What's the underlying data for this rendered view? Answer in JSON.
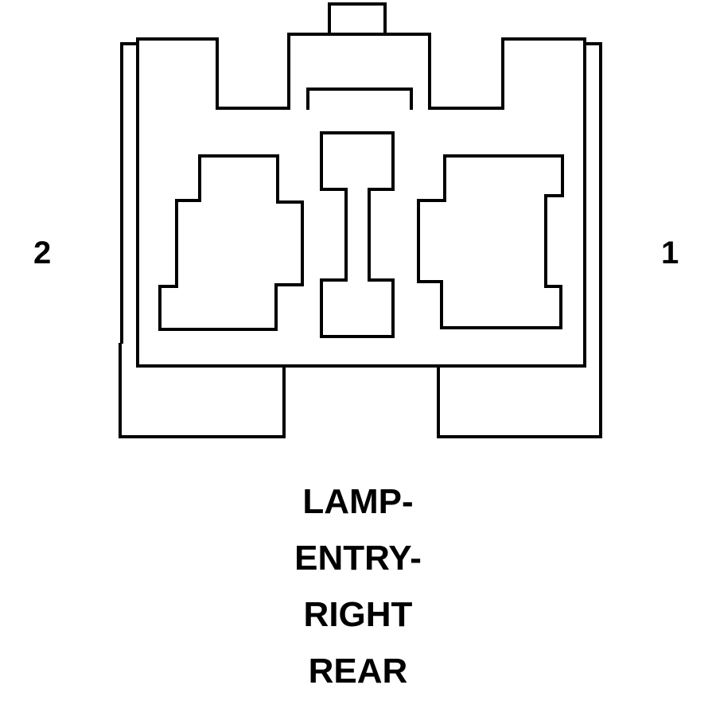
{
  "pin_labels": {
    "left": "2",
    "right": "1"
  },
  "connector_name": {
    "lines": [
      "LAMP-",
      "ENTRY-",
      "RIGHT",
      "REAR"
    ]
  },
  "colors": {
    "line": "#000000",
    "background": "#ffffff"
  }
}
